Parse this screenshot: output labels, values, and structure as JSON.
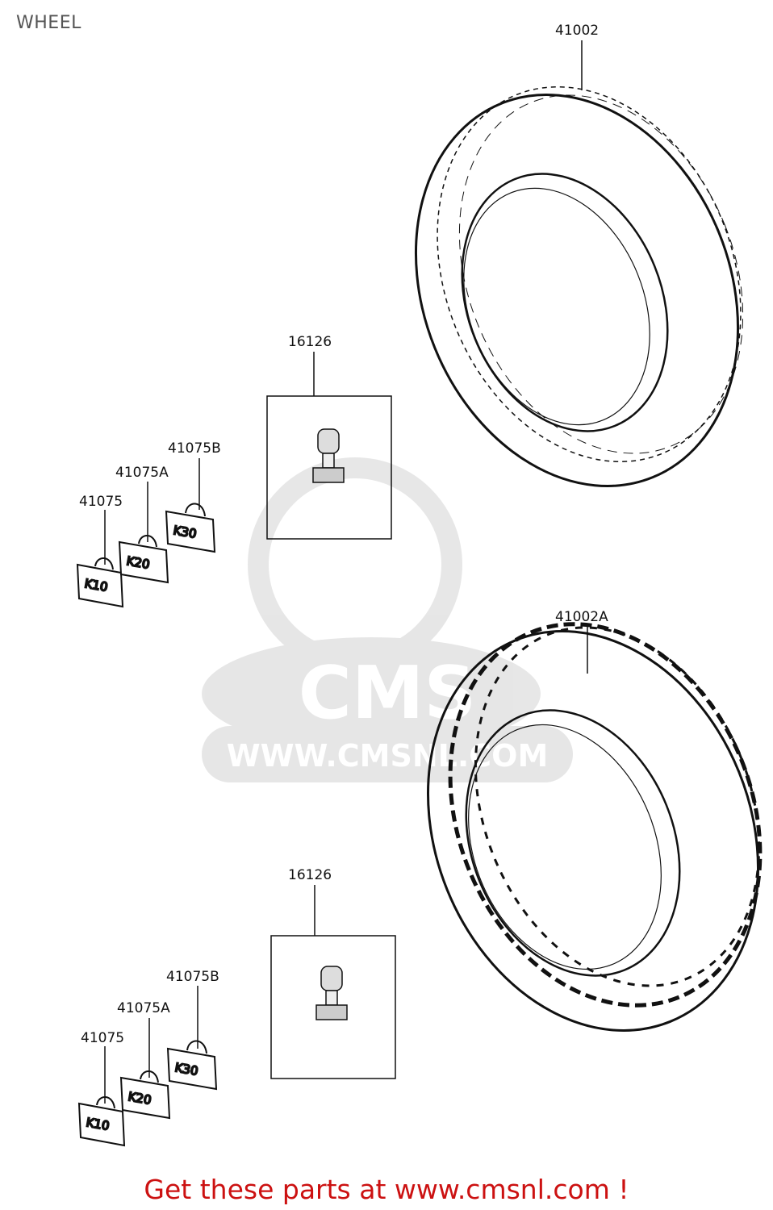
{
  "header": {
    "title": "WHEEL"
  },
  "parts": {
    "tire_top": {
      "number": "41002"
    },
    "tire_bottom": {
      "number": "41002A"
    },
    "valve_top": {
      "number": "16126"
    },
    "valve_bottom": {
      "number": "16126"
    },
    "weights_top": {
      "w1": "41075",
      "w2": "41075A",
      "w3": "41075B",
      "mark1": "K10",
      "mark2": "K20",
      "mark3": "K30"
    },
    "weights_bottom": {
      "w1": "41075",
      "w2": "41075A",
      "w3": "41075B",
      "mark1": "K10",
      "mark2": "K20",
      "mark3": "K30"
    }
  },
  "watermark": {
    "logo_text": "CMS",
    "url": "WWW.CMSNL.COM"
  },
  "footer": {
    "text": "Get these parts at www.cmsnl.com !",
    "color": "#cc1111"
  }
}
